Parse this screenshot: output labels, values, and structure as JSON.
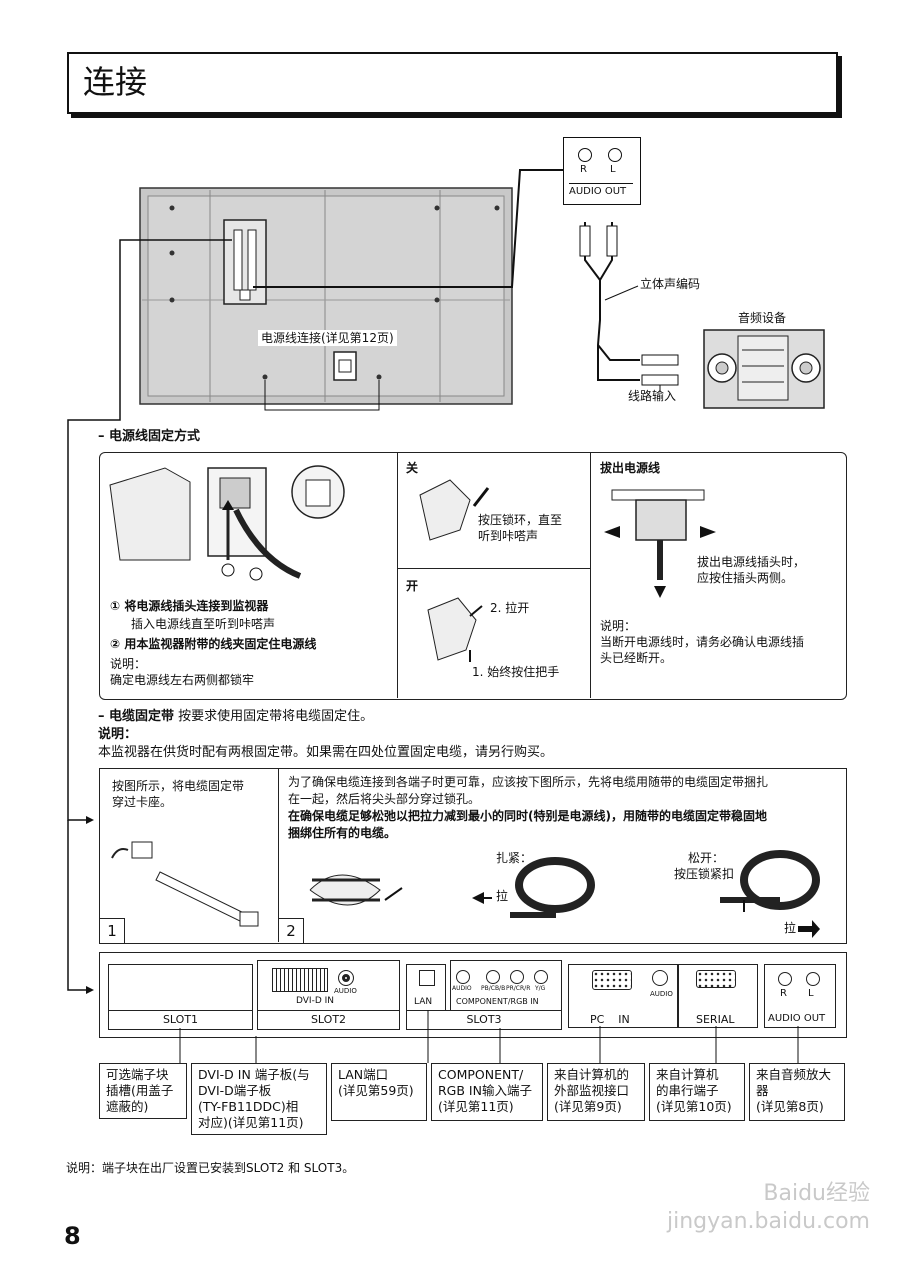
{
  "page": {
    "title": "连接",
    "page_number": "8",
    "footer_note": "说明：端子块在出厂设置已安装到SLOT2 和 SLOT3。",
    "watermark": "Baidu经验 jingyan.baidu.com"
  },
  "top_diagram": {
    "power_connection": "电源线连接(详见第12页)",
    "audio_out_label": "AUDIO OUT",
    "r_label": "R",
    "l_label": "L",
    "stereo_cable": "立体声编码",
    "audio_device": "音频设备",
    "line_in": "线路输入"
  },
  "power_cord": {
    "heading": "– 电源线固定方式",
    "step1_title": "① 将电源线插头连接到监视器",
    "step1_text": "插入电源线直至听到咔嗒声",
    "step2_title": "② 用本监视器附带的线夹固定住电源线",
    "note_label": "说明：",
    "note_text": "确定电源线左右两侧都锁牢",
    "close_label": "关",
    "close_text_1": "按压锁环，直至",
    "close_text_2": "听到咔嗒声",
    "open_label": "开",
    "open_step2": "2. 拉开",
    "open_step1": "1. 始终按住把手",
    "unplug_title": "拔出电源线",
    "unplug_text_1": "拔出电源线插头时，",
    "unplug_text_2": "应按住插头两侧。",
    "unplug_note_label": "说明：",
    "unplug_note_1": "当断开电源线时，请务必确认电源线插",
    "unplug_note_2": "头已经断开。"
  },
  "cable_band": {
    "heading": "– 电缆固定带",
    "heading_rest": "按要求使用固定带将电缆固定住。",
    "note_label": "说明：",
    "note_text": "本监视器在供货时配有两根固定带。如果需在四处位置固定电缆，请另行购买。",
    "step1_text_1": "按图所示，将电缆固定带",
    "step1_text_2": "穿过卡座。",
    "step1_num": "1",
    "step2_text_1": "为了确保电缆连接到各端子时更可靠，应该按下图所示，先将电缆用随带的电缆固定带捆扎",
    "step2_text_2": "在一起，然后将尖头部分穿过锁孔。",
    "step2_bold_1": "在确保电缆足够松弛以把拉力减到最小的同时(特别是电源线)，用随带的电缆固定带稳固地",
    "step2_bold_2": "捆绑住所有的电缆。",
    "step2_num": "2",
    "tighten": "扎紧：",
    "pull": "拉",
    "loosen": "松开：",
    "press_lock": "按压锁紧扣",
    "pull2": "拉"
  },
  "terminals": {
    "slot1": "SLOT1",
    "slot2": "SLOT2",
    "slot3": "SLOT3",
    "dvi_in": "DVI-D IN",
    "audio": "AUDIO",
    "lan": "LAN",
    "component": "COMPONENT/RGB IN",
    "comp_audio": "AUDIO",
    "pb": "PB/CB/B",
    "pr": "PR/CR/R",
    "yg": "Y/G",
    "pc_in": "PC    IN",
    "pc_audio": "AUDIO",
    "serial": "SERIAL",
    "audio_out": "AUDIO OUT",
    "r": "R",
    "l": "L"
  },
  "descriptions": [
    {
      "lines": [
        "可选端子块",
        "插槽(用盖子",
        "遮蔽的)"
      ]
    },
    {
      "lines": [
        "DVI-D IN 端子板(与",
        "DVI-D端子板",
        "(TY-FB11DDC)相",
        "对应)(详见第11页)"
      ]
    },
    {
      "lines": [
        "LAN端口",
        "(详见第59页)"
      ]
    },
    {
      "lines": [
        "COMPONENT/",
        "RGB IN输入端子",
        "(详见第11页)"
      ]
    },
    {
      "lines": [
        "来自计算机的",
        "外部监视接口",
        "(详见第9页)"
      ]
    },
    {
      "lines": [
        "来自计算机",
        "的串行端子",
        "(详见第10页)"
      ]
    },
    {
      "lines": [
        "来自音频放大",
        "器",
        "(详见第8页)"
      ]
    }
  ]
}
